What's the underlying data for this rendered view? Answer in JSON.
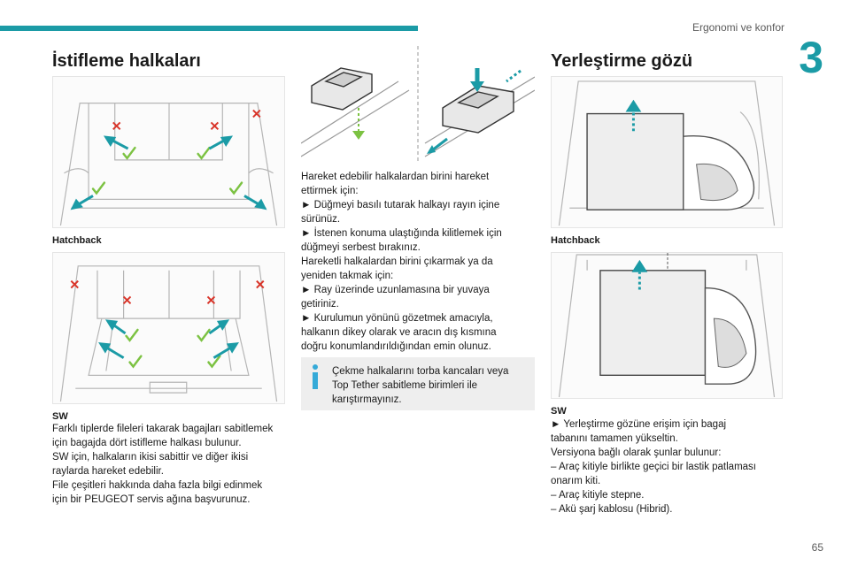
{
  "header": {
    "section": "Ergonomi ve konfor",
    "chapter": "3",
    "page": "65"
  },
  "left": {
    "title": "İstifleme halkaları",
    "caption1": "Hatchback",
    "caption2": "SW",
    "body": [
      "Farklı tiplerde fileleri takarak bagajları sabitlemek",
      "için bagajda dört istifleme halkası bulunur.",
      "SW için, halkaların ikisi sabittir ve diğer ikisi",
      "raylarda hareket edebilir.",
      "File çeşitleri hakkında daha fazla bilgi edinmek",
      "için bir PEUGEOT servis ağına başvurunuz."
    ]
  },
  "middle": {
    "body": [
      "Hareket edebilir halkalardan birini hareket",
      "ettirmek için:",
      "► Düğmeyi basılı tutarak halkayı rayın içine",
      "sürünüz.",
      "► İstenen konuma ulaştığında kilitlemek için",
      "düğmeyi serbest bırakınız.",
      "Hareketli halkalardan birini çıkarmak ya da",
      "yeniden takmak için:",
      "► Ray üzerinde uzunlamasına bir yuvaya",
      "getiriniz.",
      "► Kurulumun yönünü gözetmek amacıyla,",
      "halkanın dikey olarak ve aracın dış kısmına",
      "doğru konumlandırıldığından emin olunuz."
    ],
    "note": [
      "Çekme halkalarını torba kancaları veya",
      "Top Tether sabitleme birimleri ile",
      "karıştırmayınız."
    ]
  },
  "right": {
    "title": "Yerleştirme gözü",
    "caption1": "Hatchback",
    "caption2": "SW",
    "body": [
      "► Yerleştirme gözüne erişim için bagaj",
      "tabanını tamamen yükseltin.",
      "Versiyona bağlı olarak şunlar bulunur:",
      "– Araç kitiyle birlikte geçici bir lastik patlaması",
      "onarım kiti.",
      "– Araç kitiyle stepne.",
      "– Akü şarj kablosu (Hibrid)."
    ]
  },
  "colors": {
    "accent": "#1b9ba6",
    "check": "#7cc242",
    "cross": "#d9352a",
    "arrow": "#1b9ba6",
    "info": "#35aad8"
  }
}
